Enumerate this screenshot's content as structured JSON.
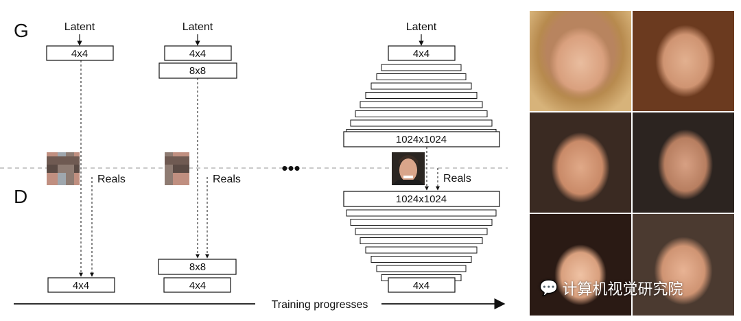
{
  "generator_label": "G",
  "discriminator_label": "D",
  "latent_label": "Latent",
  "reals_label": "Reals",
  "ellipsis": "•••",
  "progress_label": "Training progresses",
  "stage1": {
    "g_box": "4x4",
    "d_box": "4x4"
  },
  "stage2": {
    "g_boxes": [
      "4x4",
      "8x8"
    ],
    "d_boxes": [
      "8x8",
      "4x4"
    ]
  },
  "stage3": {
    "g_top": "4x4",
    "g_bottom": "1024x1024",
    "d_top": "1024x1024",
    "d_bottom": "4x4"
  },
  "watermark_text": "计算机视觉研究院",
  "colors": {
    "line": "#111111",
    "dashed": "#aaaaaa",
    "box_stroke": "#111111",
    "arrow": "#111111"
  }
}
